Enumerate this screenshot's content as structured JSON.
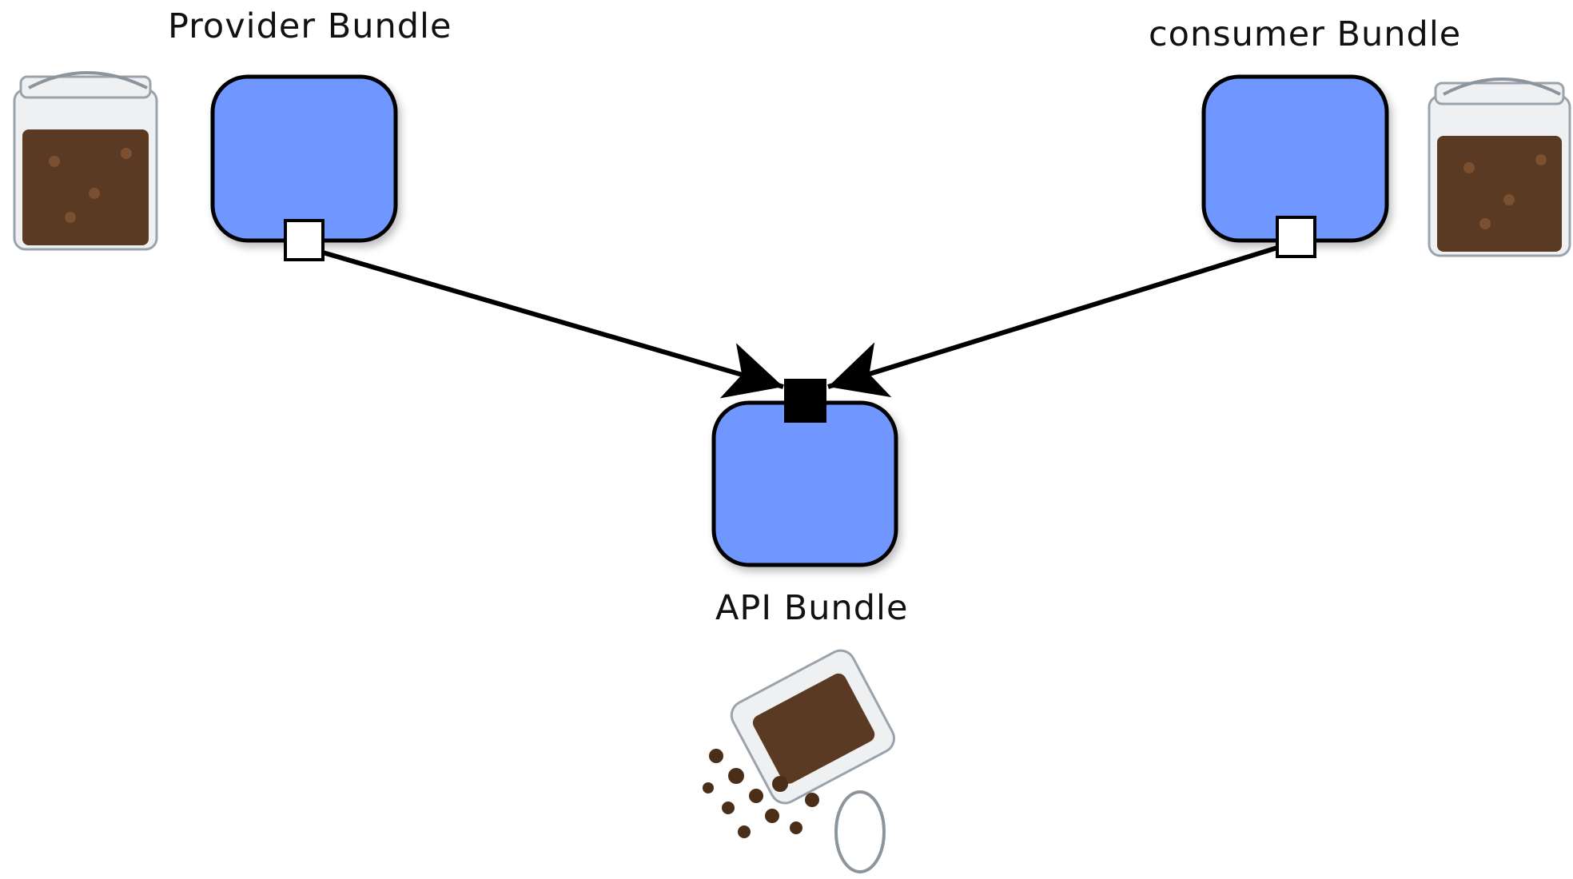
{
  "diagram": {
    "provider": {
      "label": "Provider Bundle"
    },
    "consumer": {
      "label": "consumer Bundle"
    },
    "api": {
      "label": "API Bundle"
    },
    "colors": {
      "bundle_fill": "#7096ff",
      "outline": "#000000",
      "import_port": "#ffffff",
      "export_port": "#000000"
    },
    "icons": {
      "provider_jar": "closed-coffee-bean-jar-icon",
      "consumer_jar": "closed-coffee-bean-jar-icon",
      "api_jar": "spilled-coffee-bean-jar-icon"
    },
    "connections": [
      {
        "from": "Provider Bundle",
        "to": "API Bundle"
      },
      {
        "from": "consumer Bundle",
        "to": "API Bundle"
      }
    ]
  }
}
